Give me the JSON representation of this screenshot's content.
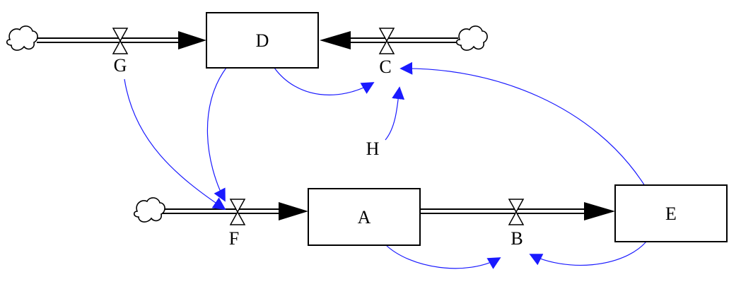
{
  "colors": {
    "link": "#1a1aff",
    "stroke": "#000000"
  },
  "stocks": [
    {
      "id": "D",
      "label": "D"
    },
    {
      "id": "A",
      "label": "A"
    },
    {
      "id": "E",
      "label": "E"
    }
  ],
  "flows": [
    {
      "id": "G",
      "label": "G",
      "from": "cloud",
      "to": "D"
    },
    {
      "id": "C",
      "label": "C",
      "from": "cloud",
      "to": "D"
    },
    {
      "id": "F",
      "label": "F",
      "from": "cloud",
      "to": "A"
    },
    {
      "id": "B",
      "label": "B",
      "from": "A",
      "to": "E"
    }
  ],
  "auxiliaries": [
    {
      "id": "H",
      "label": "H"
    }
  ],
  "links": [
    {
      "from": "D",
      "to": "C"
    },
    {
      "from": "H",
      "to": "C"
    },
    {
      "from": "E",
      "to": "C"
    },
    {
      "from": "G",
      "to": "F"
    },
    {
      "from": "D",
      "to": "F"
    },
    {
      "from": "A",
      "to": "B"
    },
    {
      "from": "E",
      "to": "B"
    }
  ]
}
